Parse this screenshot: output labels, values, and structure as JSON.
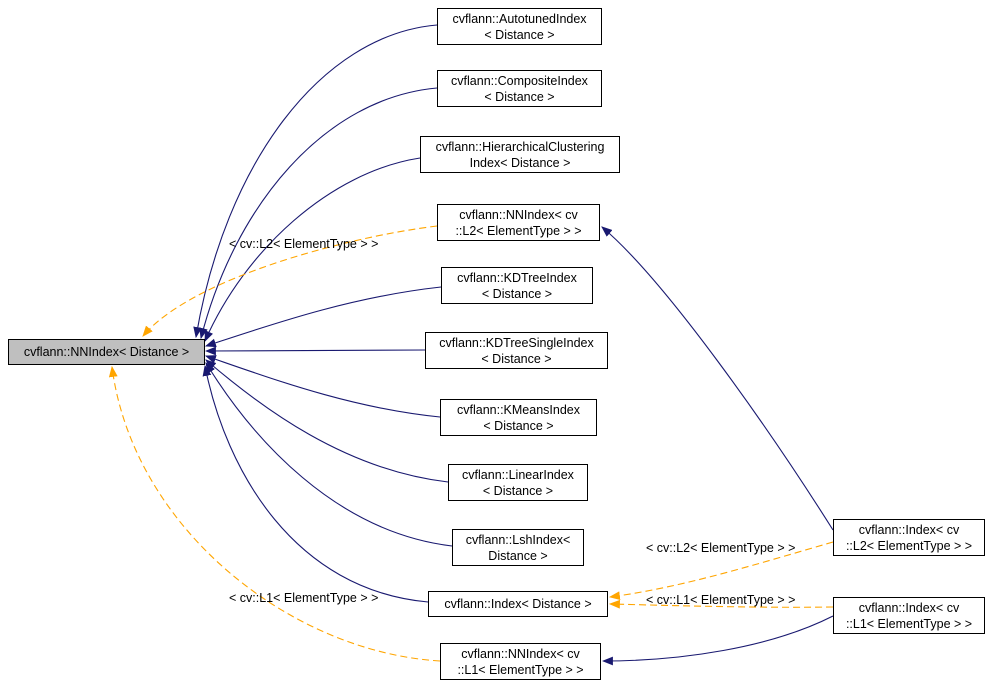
{
  "diagram": {
    "colors": {
      "inheritance_edge": "#191970",
      "template_edge": "#ffa500",
      "node_border": "#000000",
      "node_fill": "#ffffff",
      "highlight_fill": "#bfbfbf"
    },
    "nodes": {
      "main": {
        "label": "cvflann::NNIndex< Distance >"
      },
      "autotuned": {
        "lines": [
          "cvflann::AutotunedIndex",
          "< Distance >"
        ]
      },
      "composite": {
        "lines": [
          "cvflann::CompositeIndex",
          "< Distance >"
        ]
      },
      "hierarchical": {
        "lines": [
          "cvflann::HierarchicalClustering",
          "Index< Distance >"
        ]
      },
      "nnindex_l2": {
        "lines": [
          "cvflann::NNIndex< cv",
          "::L2< ElementType > >"
        ]
      },
      "kdtree": {
        "lines": [
          "cvflann::KDTreeIndex",
          "< Distance >"
        ]
      },
      "kdtree_single": {
        "lines": [
          "cvflann::KDTreeSingleIndex",
          "< Distance >"
        ]
      },
      "kmeans": {
        "lines": [
          "cvflann::KMeansIndex",
          "< Distance >"
        ]
      },
      "linear": {
        "lines": [
          "cvflann::LinearIndex",
          "< Distance >"
        ]
      },
      "lsh": {
        "lines": [
          "cvflann::LshIndex<",
          "Distance >"
        ]
      },
      "index_distance": {
        "label": "cvflann::Index< Distance >"
      },
      "nnindex_l1": {
        "lines": [
          "cvflann::NNIndex< cv",
          "::L1< ElementType > >"
        ]
      },
      "index_l2": {
        "lines": [
          "cvflann::Index< cv",
          "::L2< ElementType > >"
        ]
      },
      "index_l1": {
        "lines": [
          "cvflann::Index< cv",
          "::L1< ElementType > >"
        ]
      }
    },
    "edge_labels": {
      "left_l2": "< cv::L2< ElementType > >",
      "left_l1": "< cv::L1< ElementType > >",
      "right_l2": "< cv::L2< ElementType > >",
      "right_l1": "< cv::L1< ElementType > >"
    }
  }
}
